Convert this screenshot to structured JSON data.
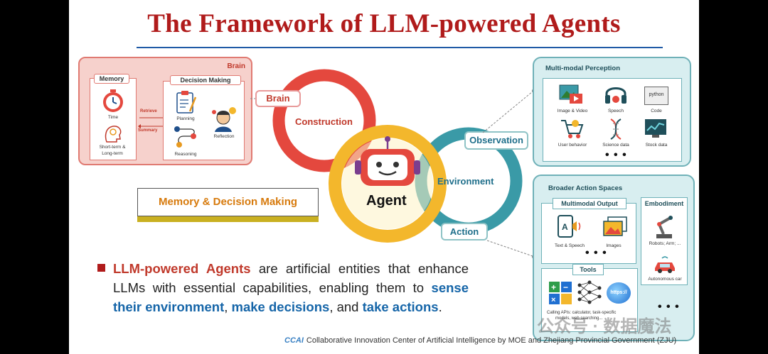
{
  "title": "The Framework of LLM-powered Agents",
  "brain_panel": {
    "tag": "Brain",
    "memory_label": "Memory",
    "time_label": "Time",
    "term_label_1": "Short-term  &",
    "term_label_2": "Long-term",
    "retrieve_label": "Retrieve",
    "summary_label": "Summary",
    "decision_label": "Decision Making",
    "planning_label": "Planning",
    "reasoning_label": "Reasoning",
    "reflection_label": "Reflection"
  },
  "rings": {
    "brain_tag": "Brain",
    "construction": "Construction",
    "agent": "Agent",
    "environment": "Environment",
    "observation": "Observation",
    "action": "Action"
  },
  "memory_decision_banner": "Memory & Decision Making",
  "perception": {
    "title": "Multi-modal Perception",
    "items": [
      "Image & Video",
      "Speech",
      "Code",
      "User behavior",
      "Science data",
      "Stock data"
    ],
    "python_text": "python",
    "dots": "• • •"
  },
  "action_spaces": {
    "title": "Broader Action Spaces",
    "multimodal_title": "Multimodal Output",
    "multimodal_items": [
      "Text & Speech",
      "Images"
    ],
    "multimodal_dots": "• • •",
    "embodiment_title": "Embodiment",
    "embodiment_items": [
      "Robots; Arm; ...",
      "Autonomous car"
    ],
    "embodiment_dots": "• • •",
    "tools_title": "Tools",
    "tools_caption_1": "Calling APIs: calculator, task-specific",
    "tools_caption_2": "models, web searching...",
    "https_text": "https://"
  },
  "paragraph": {
    "hl1": "LLM-powered Agents",
    "t1": " are artificial entities that enhance LLMs with essential capabilities, enabling them to ",
    "bl1": "sense their environment",
    "t2": ", ",
    "bl2": "make decisions",
    "t3": ", and ",
    "bl3": "take actions",
    "t4": "."
  },
  "footer": {
    "logo": "CCAI",
    "text": "Collaborative Innovation Center of Artificial Intelligence by MOE and Zhejiang Provincial Government (ZJU)"
  },
  "watermark": "公众号 · 数据魔法",
  "colors": {
    "title": "#b01b1b",
    "construction_ring": "#e4483e",
    "environment_ring": "#3a9aa7",
    "agent_ring": "#f3b72c",
    "highlight_blue": "#1565a8"
  }
}
